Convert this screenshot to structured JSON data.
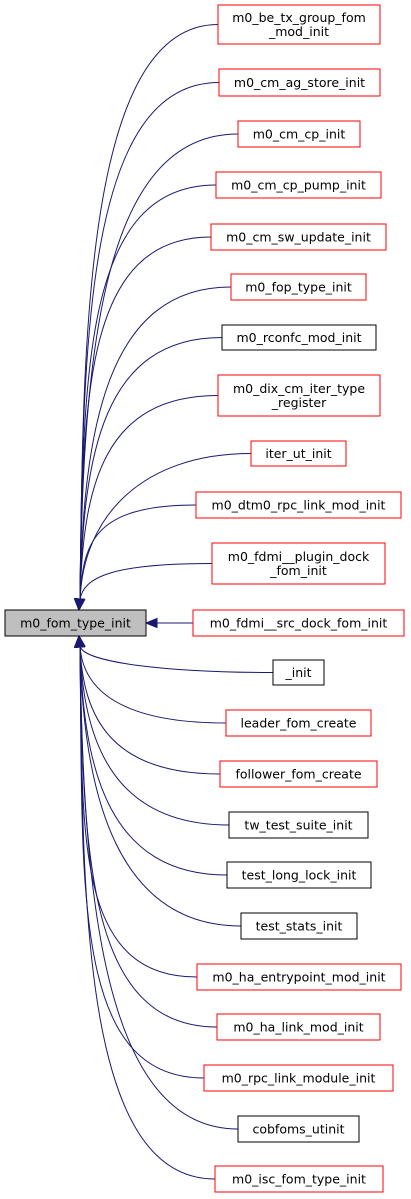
{
  "colors": {
    "edge": "#191970",
    "root_fill": "#bfbfbf",
    "root_border": "#000000",
    "red_border": "#ff0000",
    "black_border": "#000000",
    "node_fill": "#ffffff"
  },
  "root": {
    "lines": [
      "m0_fom_type_init"
    ]
  },
  "callers": [
    {
      "lines": [
        "m0_be_tx_group_fom",
        "_mod_init"
      ],
      "border": "red"
    },
    {
      "lines": [
        "m0_cm_ag_store_init"
      ],
      "border": "red"
    },
    {
      "lines": [
        "m0_cm_cp_init"
      ],
      "border": "red"
    },
    {
      "lines": [
        "m0_cm_cp_pump_init"
      ],
      "border": "red"
    },
    {
      "lines": [
        "m0_cm_sw_update_init"
      ],
      "border": "red"
    },
    {
      "lines": [
        "m0_fop_type_init"
      ],
      "border": "red"
    },
    {
      "lines": [
        "m0_rconfc_mod_init"
      ],
      "border": "black"
    },
    {
      "lines": [
        "m0_dix_cm_iter_type",
        "_register"
      ],
      "border": "red"
    },
    {
      "lines": [
        "iter_ut_init"
      ],
      "border": "red"
    },
    {
      "lines": [
        "m0_dtm0_rpc_link_mod_init"
      ],
      "border": "red"
    },
    {
      "lines": [
        "m0_fdmi__plugin_dock",
        "_fom_init"
      ],
      "border": "red"
    },
    {
      "lines": [
        "m0_fdmi__src_dock_fom_init"
      ],
      "border": "red"
    },
    {
      "lines": [
        "_init"
      ],
      "border": "black"
    },
    {
      "lines": [
        "leader_fom_create"
      ],
      "border": "red"
    },
    {
      "lines": [
        "follower_fom_create"
      ],
      "border": "red"
    },
    {
      "lines": [
        "tw_test_suite_init"
      ],
      "border": "black"
    },
    {
      "lines": [
        "test_long_lock_init"
      ],
      "border": "black"
    },
    {
      "lines": [
        "test_stats_init"
      ],
      "border": "black"
    },
    {
      "lines": [
        "m0_ha_entrypoint_mod_init"
      ],
      "border": "red"
    },
    {
      "lines": [
        "m0_ha_link_mod_init"
      ],
      "border": "red"
    },
    {
      "lines": [
        "m0_rpc_link_module_init"
      ],
      "border": "red"
    },
    {
      "lines": [
        "cobfoms_utinit"
      ],
      "border": "black"
    },
    {
      "lines": [
        "m0_isc_fom_type_init"
      ],
      "border": "red"
    }
  ]
}
